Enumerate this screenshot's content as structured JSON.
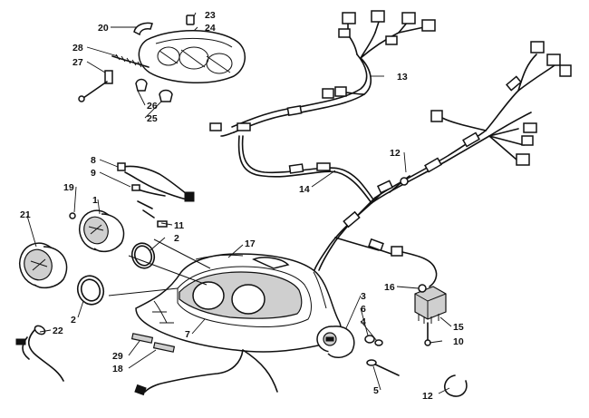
{
  "callouts": {
    "c1": "1",
    "c2a": "2",
    "c2b": "2",
    "c3": "3",
    "c4": "4",
    "c5": "5",
    "c6": "6",
    "c7": "7",
    "c8": "8",
    "c9": "9",
    "c10": "10",
    "c11": "11",
    "c12a": "12",
    "c12b": "12",
    "c13": "13",
    "c14": "14",
    "c15": "15",
    "c16": "16",
    "c17": "17",
    "c18": "18",
    "c19": "19",
    "c20": "20",
    "c21": "21",
    "c22": "22",
    "c23": "23",
    "c24": "24",
    "c25": "25",
    "c26": "26",
    "c27": "27",
    "c28": "28",
    "c29": "29"
  }
}
